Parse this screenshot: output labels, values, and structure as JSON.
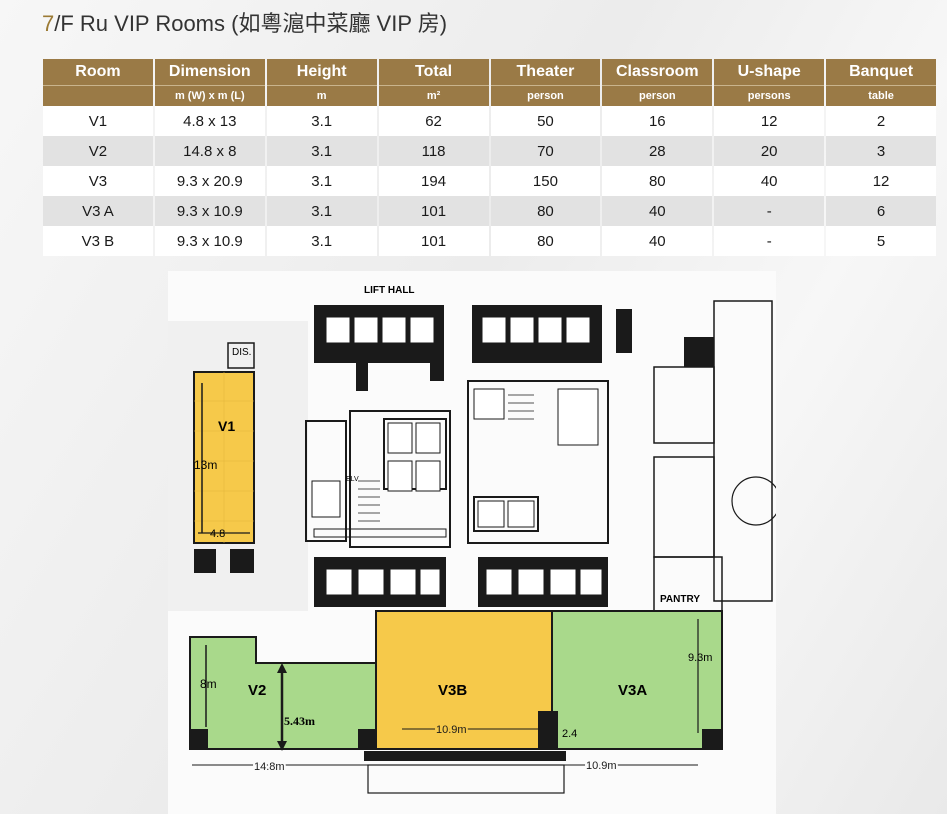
{
  "title": {
    "prefix": "7",
    "rest": "/F Ru VIP Rooms (如粵滬中菜廳 VIP 房)"
  },
  "table": {
    "headers": [
      "Room",
      "Dimension",
      "Height",
      "Total",
      "Theater",
      "Classroom",
      "U-shape",
      "Banquet"
    ],
    "units": [
      "",
      "m (W) x m (L)",
      "m",
      "m²",
      "person",
      "person",
      "persons",
      "table"
    ],
    "rows": [
      [
        "V1",
        "4.8 x 13",
        "3.1",
        "62",
        "50",
        "16",
        "12",
        "2"
      ],
      [
        "V2",
        "14.8 x 8",
        "3.1",
        "118",
        "70",
        "28",
        "20",
        "3"
      ],
      [
        "V3",
        "9.3 x 20.9",
        "3.1",
        "194",
        "150",
        "80",
        "40",
        "12"
      ],
      [
        "V3 A",
        "9.3 x 10.9",
        "3.1",
        "101",
        "80",
        "40",
        "-",
        "6"
      ],
      [
        "V3 B",
        "9.3 x 10.9",
        "3.1",
        "101",
        "80",
        "40",
        "-",
        "5"
      ]
    ]
  },
  "plan": {
    "rooms": {
      "v1": "V1",
      "v2": "V2",
      "v3b": "V3B",
      "v3a": "V3A"
    },
    "labels": {
      "lift_hall": "LIFT HALL",
      "dis": "DIS.",
      "pantry": "PANTRY",
      "elv": "ELV",
      "v1_len": "13m",
      "v1_width": "4.8",
      "v2_height": "8m",
      "v2_inner": "5.43m",
      "v2_width": "14.8m",
      "v3b_width": "10.9m",
      "v3a_height": "9.3m",
      "v3a_width": "10.9m",
      "v3a_small": "2.4"
    },
    "colors": {
      "yellow": "#f6c94a",
      "green": "#a9d98b",
      "wall": "#1a1a1a"
    }
  }
}
